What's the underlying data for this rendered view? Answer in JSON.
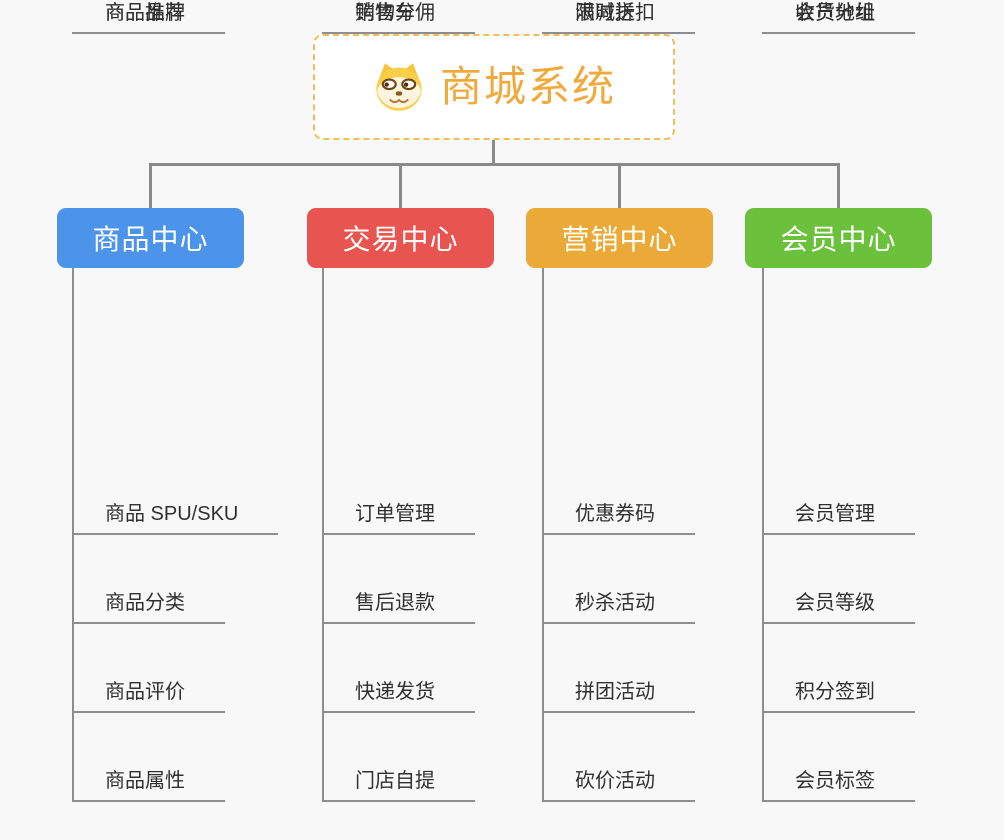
{
  "root": {
    "title": "商城系统",
    "icon": "dog-icon",
    "title_color": "#f2a93b",
    "border_color": "#f6bb56"
  },
  "colors": {
    "background": "#f8f8f8",
    "connector": "#8a8a8a",
    "subtopic_text": "#303030"
  },
  "branches": [
    {
      "label": "商品中心",
      "color": "#4b94ea",
      "items": [
        "商品 SPU/SKU",
        "商品分类",
        "商品评价",
        "商品属性",
        "商品推荐",
        "商品品牌"
      ]
    },
    {
      "label": "交易中心",
      "color": "#e8544f",
      "items": [
        "订单管理",
        "售后退款",
        "快递发货",
        "门店自提",
        "购物车",
        "销售分佣"
      ]
    },
    {
      "label": "营销中心",
      "color": "#ebaa38",
      "items": [
        "优惠券码",
        "秒杀活动",
        "拼团活动",
        "砍价活动",
        "限时折扣",
        "满减送"
      ]
    },
    {
      "label": "会员中心",
      "color": "#6bc13b",
      "items": [
        "会员管理",
        "会员等级",
        "积分签到",
        "会员标签",
        "会员分组",
        "收货地址"
      ]
    }
  ]
}
